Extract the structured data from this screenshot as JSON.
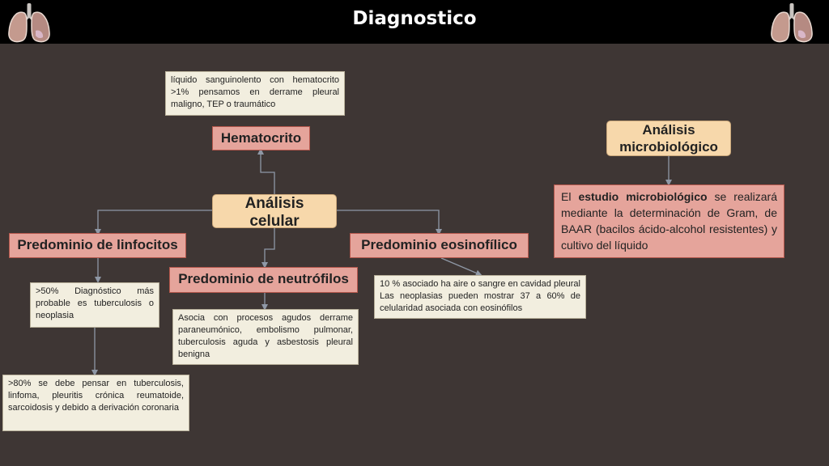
{
  "header": {
    "title": "Diagnostico",
    "left_icon": "lungs-icon",
    "right_icon": "lungs-icon"
  },
  "colors": {
    "background": "#3e3634",
    "title_bar": "#000000",
    "salmon_box": "#e5a49b",
    "peach_box": "#f7d8ab",
    "note_box": "#f2eedf",
    "connector": "#8f98a6"
  },
  "diagram": {
    "central": {
      "line1": "Análisis",
      "line2": "celular"
    },
    "hematocrito": {
      "label": "Hematocrito",
      "note": "líquido sanguinolento con hematocrito >1% pensamos en derrame pleural maligno, TEP o traumático"
    },
    "linfocitos": {
      "label": "Predominio de linfocitos",
      "note1": ">50% Diagnóstico más probable es tuberculosis o neoplasia",
      "note2": ">80% se debe pensar en tuberculosis, linfoma, pleuritis crónica reumatoide, sarcoidosis y debido a derivación coronaria"
    },
    "neutrofilos": {
      "label": "Predominio de neutrófilos",
      "note": "Asocia con procesos agudos derrame paraneumónico, embolismo pulmonar, tuberculosis aguda y asbestosis pleural benigna"
    },
    "eosinofilico": {
      "label": "Predominio eosinofílico",
      "note": "10 % asociado ha aire o sangre en cavidad pleural Las neoplasias pueden mostrar 37 a 60% de celularidad asociada con eosinófilos"
    },
    "microbiologico": {
      "line1": "Análisis",
      "line2": "microbiológico",
      "text_before": "El ",
      "text_bold": "estudio microbiológico",
      "text_after": " se realizará mediante la determinación de Gram, de BAAR (bacilos ácido-alcohol resistentes) y cultivo del líquido"
    }
  }
}
